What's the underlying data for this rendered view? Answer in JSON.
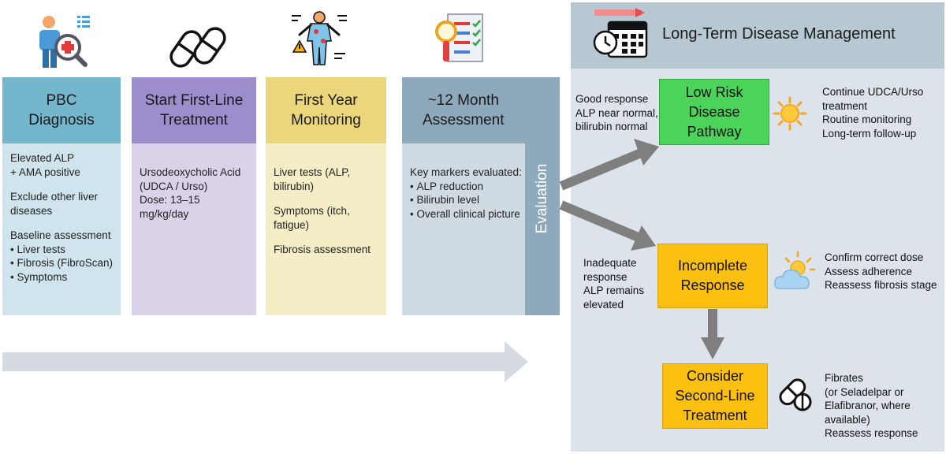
{
  "stages": [
    {
      "title": "PBC\nDiagnosis",
      "header_color": "#74b6cc",
      "body_color": "#cfe4ec",
      "paragraphs": [
        "Elevated ALP\n+ AMA positive",
        "Exclude other liver diseases",
        "Baseline assessment"
      ],
      "bullets": [
        "Liver tests",
        "Fibrosis (FibroScan)",
        "Symptoms"
      ]
    },
    {
      "title": "Start First-Line\nTreatment",
      "header_color": "#9e8dcc",
      "body_color": "#d9d2e9",
      "paragraphs": [
        "Ursodeoxycholic Acid (UDCA / Urso)\nDose: 13–15 mg/kg/day"
      ],
      "bullets": []
    },
    {
      "title": "First Year\nMonitoring",
      "header_color": "#ebd67c",
      "body_color": "#f5edc6",
      "paragraphs": [
        "Liver tests (ALP, bilirubin)",
        "Symptoms (itch, fatigue)",
        "Fibrosis assessment"
      ],
      "bullets": []
    },
    {
      "title": "~12 Month\nAssessment",
      "header_color": "#8ea9bc",
      "body_color": "#cfdae3",
      "paragraphs": [
        "Key markers evaluated:"
      ],
      "bullets": [
        "ALP reduction",
        "Bilirubin level",
        "Overall clinical picture"
      ]
    }
  ],
  "evaluation_label": "Evaluation",
  "panel": {
    "title": "Long-Term Disease Management"
  },
  "low_risk": {
    "label": "Low Risk\nDisease\nPathway",
    "color": "#4cd35a",
    "condition": "Good response\nALP near normal,\nbilirubin normal",
    "actions": "Continue UDCA/Urso\ntreatment\nRoutine monitoring\nLong-term follow-up"
  },
  "incomplete": {
    "label": "Incomplete\nResponse",
    "color": "#fcc010",
    "condition": "Inadequate\nresponse\nALP remains\nelevated",
    "actions": "Confirm correct dose\nAssess adherence\nReassess fibrosis stage"
  },
  "second_line": {
    "label": "Consider\nSecond-Line\nTreatment",
    "color": "#fcc010",
    "actions": "Fibrates\n(or Seladelpar or\nElafibranor, where\navailable)\nReassess response"
  },
  "icons": [
    "doctor-search-icon",
    "pills-icon",
    "body-symptoms-icon",
    "checklist-magnifier-icon",
    "calendar-clock-icon",
    "sun-icon",
    "partly-cloudy-icon",
    "capsule-icon"
  ]
}
